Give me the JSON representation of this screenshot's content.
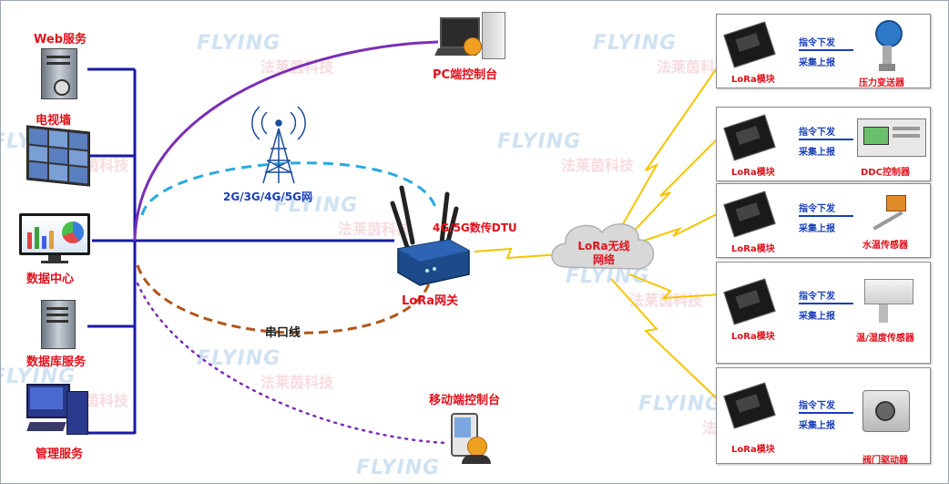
{
  "labels": {
    "web": "Web服务",
    "tv": "电视墙",
    "data_center": "数据中心",
    "db": "数据库服务",
    "admin": "管理服务",
    "pc": "PC端控制台",
    "mobile": "移动端控制台",
    "tower": "2G/3G/4G/5G网",
    "dtu": "4G/5G数传DTU",
    "gateway": "LoRa网关",
    "serial": "串口线",
    "cloud_line1": "LoRa无线",
    "cloud_line2": "网络"
  },
  "watermark": {
    "en": "FLYING",
    "cn": "法莱茵科技"
  },
  "panels": [
    {
      "module": "LoRa模块",
      "cmd_down": "指令下发",
      "cmd_up": "采集上报",
      "device": "压力变送器",
      "device_icon": "pressure-transmitter-icon"
    },
    {
      "module": "LoRa模块",
      "cmd_down": "指令下发",
      "cmd_up": "采集上报",
      "device": "DDC控制器",
      "device_icon": "ddc-controller-icon"
    },
    {
      "module": "LoRa模块",
      "cmd_down": "指令下发",
      "cmd_up": "采集上报",
      "device": "水温传感器",
      "device_icon": "water-temp-sensor-icon"
    },
    {
      "module": "LoRa模块",
      "cmd_down": "指令下发",
      "cmd_up": "采集上报",
      "device": "温/湿度传感器",
      "device_icon": "humidity-sensor-icon"
    },
    {
      "module": "LoRa模块",
      "cmd_down": "指令下发",
      "cmd_up": "采集上报",
      "device": "阀门驱动器",
      "device_icon": "valve-actuator-icon"
    }
  ],
  "colors": {
    "bus": "#1a1aa8",
    "label_red": "#e0101a",
    "label_blue": "#1a3fb8",
    "arc_purple": "#7a2fb5",
    "arc_cyan": "#29a9e0",
    "arc_brown": "#b0561a",
    "lightning": "#f5c400"
  }
}
